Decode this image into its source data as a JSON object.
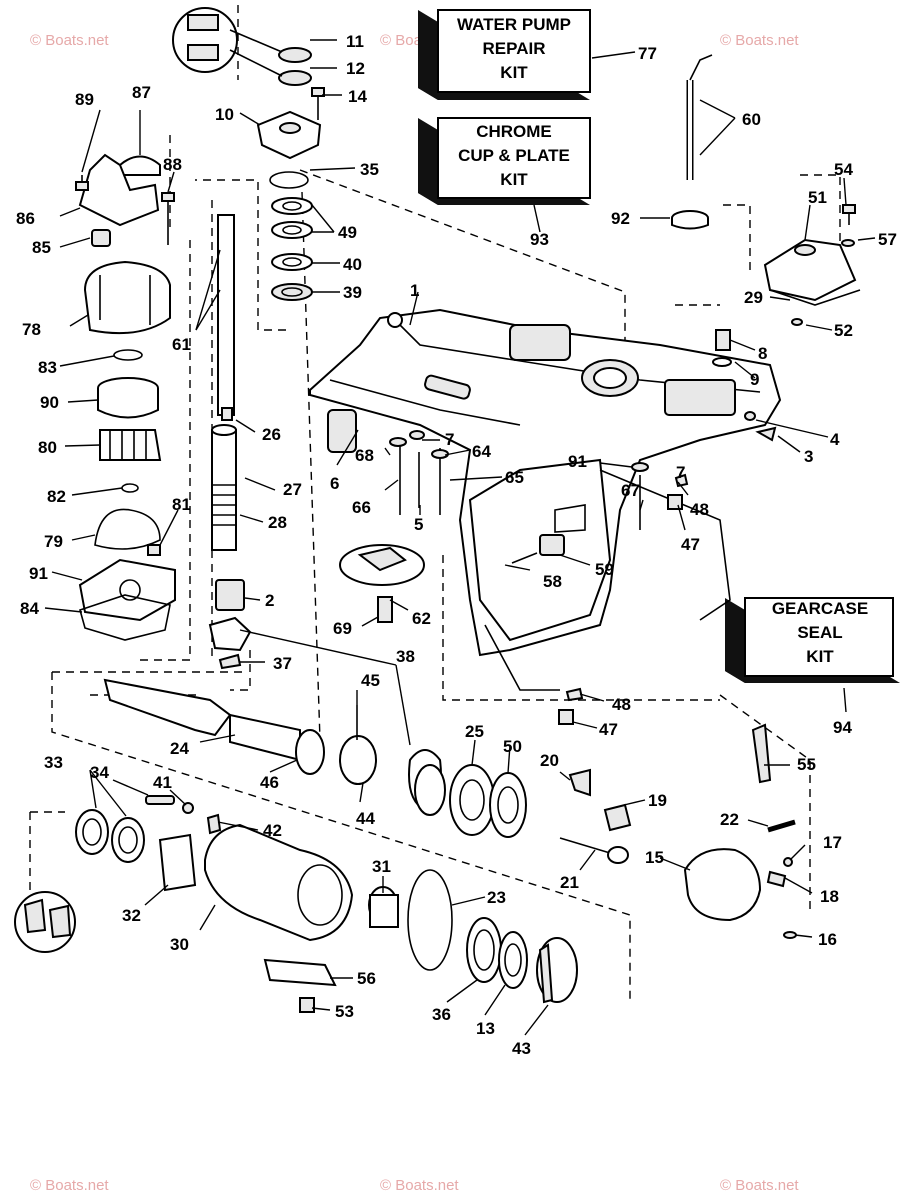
{
  "kits": [
    {
      "id": "water-pump",
      "lines": [
        "WATER PUMP",
        "REPAIR",
        "KIT"
      ],
      "ref": "77"
    },
    {
      "id": "chrome-cup",
      "lines": [
        "CHROME",
        "CUP & PLATE",
        "KIT"
      ],
      "ref": "93"
    },
    {
      "id": "gearcase-seal",
      "lines": [
        "GEARCASE",
        "SEAL",
        "KIT"
      ],
      "ref": "94"
    }
  ],
  "watermark": "© Boats.net",
  "part_numbers": {
    "n1": "1",
    "n2": "2",
    "n3": "3",
    "n4": "4",
    "n5": "5",
    "n6": "6",
    "n7a": "7",
    "n7b": "7",
    "n8": "8",
    "n9": "9",
    "n10": "10",
    "n11": "11",
    "n12": "12",
    "n13": "13",
    "n14": "14",
    "n15": "15",
    "n16": "16",
    "n17": "17",
    "n18": "18",
    "n19": "19",
    "n20": "20",
    "n21": "21",
    "n22": "22",
    "n23": "23",
    "n24": "24",
    "n25": "25",
    "n26": "26",
    "n27": "27",
    "n28": "28",
    "n29": "29",
    "n30": "30",
    "n31": "31",
    "n32": "32",
    "n33": "33",
    "n34": "34",
    "n35": "35",
    "n36": "36",
    "n37": "37",
    "n38": "38",
    "n39": "39",
    "n40": "40",
    "n41": "41",
    "n42": "42",
    "n43": "43",
    "n44": "44",
    "n45": "45",
    "n46": "46",
    "n47a": "47",
    "n47b": "47",
    "n48a": "48",
    "n48b": "48",
    "n49": "49",
    "n50": "50",
    "n51": "51",
    "n52": "52",
    "n53": "53",
    "n54": "54",
    "n55": "55",
    "n56": "56",
    "n57": "57",
    "n58": "58",
    "n59": "59",
    "n60": "60",
    "n61": "61",
    "n62": "62",
    "n64": "64",
    "n65": "65",
    "n66": "66",
    "n67": "67",
    "n68": "68",
    "n69": "69",
    "n78": "78",
    "n79": "79",
    "n80": "80",
    "n81": "81",
    "n82": "82",
    "n83": "83",
    "n84": "84",
    "n85": "85",
    "n86": "86",
    "n87": "87",
    "n88": "88",
    "n89": "89",
    "n90": "90",
    "n91a": "91",
    "n91b": "91",
    "n92": "92"
  }
}
